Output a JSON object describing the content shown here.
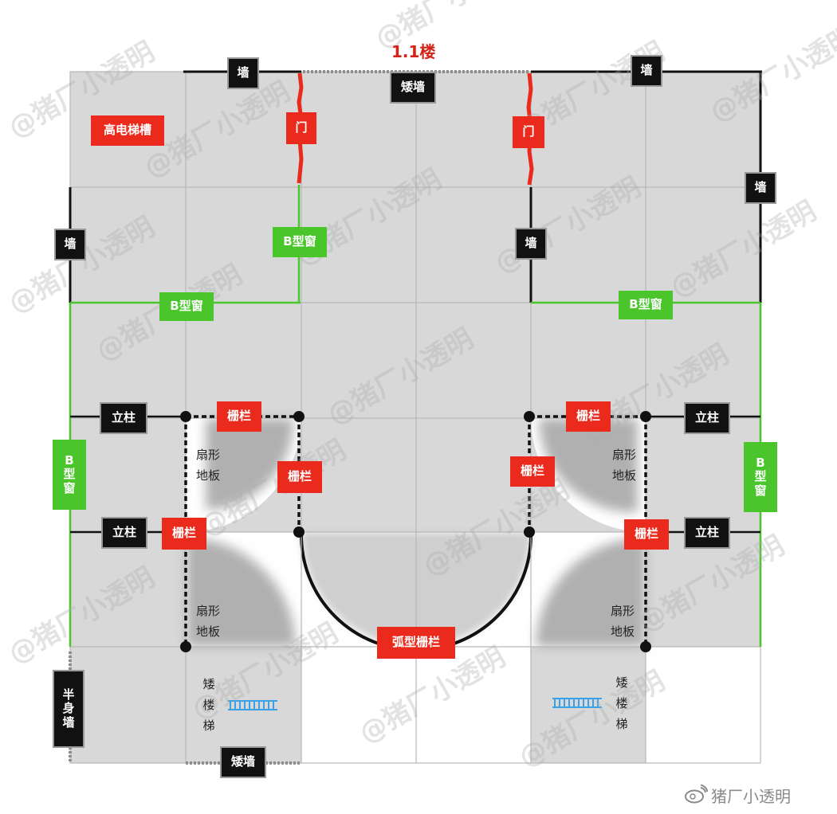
{
  "title": "1.1楼",
  "labels": {
    "wall": "墙",
    "low_wall": "矮墙",
    "door": "门",
    "high_elevator_slot": "高电梯槽",
    "b_window": "B型窗",
    "b_window_vertical": "B\n型\n窗",
    "pillar": "立柱",
    "fence": "栅栏",
    "arc_fence": "弧型栅栏",
    "fan_floor": "扇形\n地板",
    "low_stairs": "矮\n楼\n梯",
    "half_wall": "半\n身\n墙"
  },
  "watermark": "@猪厂小透明",
  "credit": "猪厂小透明",
  "colors": {
    "wall": "#111111",
    "door": "#ea2a1c",
    "window": "#4ac62c",
    "fence": "#ea2a1c",
    "floor": "#d8d8d8",
    "grid": "#b8b8b8",
    "stairs": "#3aa0e8",
    "title": "#d42418"
  },
  "icons": [
    "stairs-icon",
    "weibo-logo-icon"
  ]
}
